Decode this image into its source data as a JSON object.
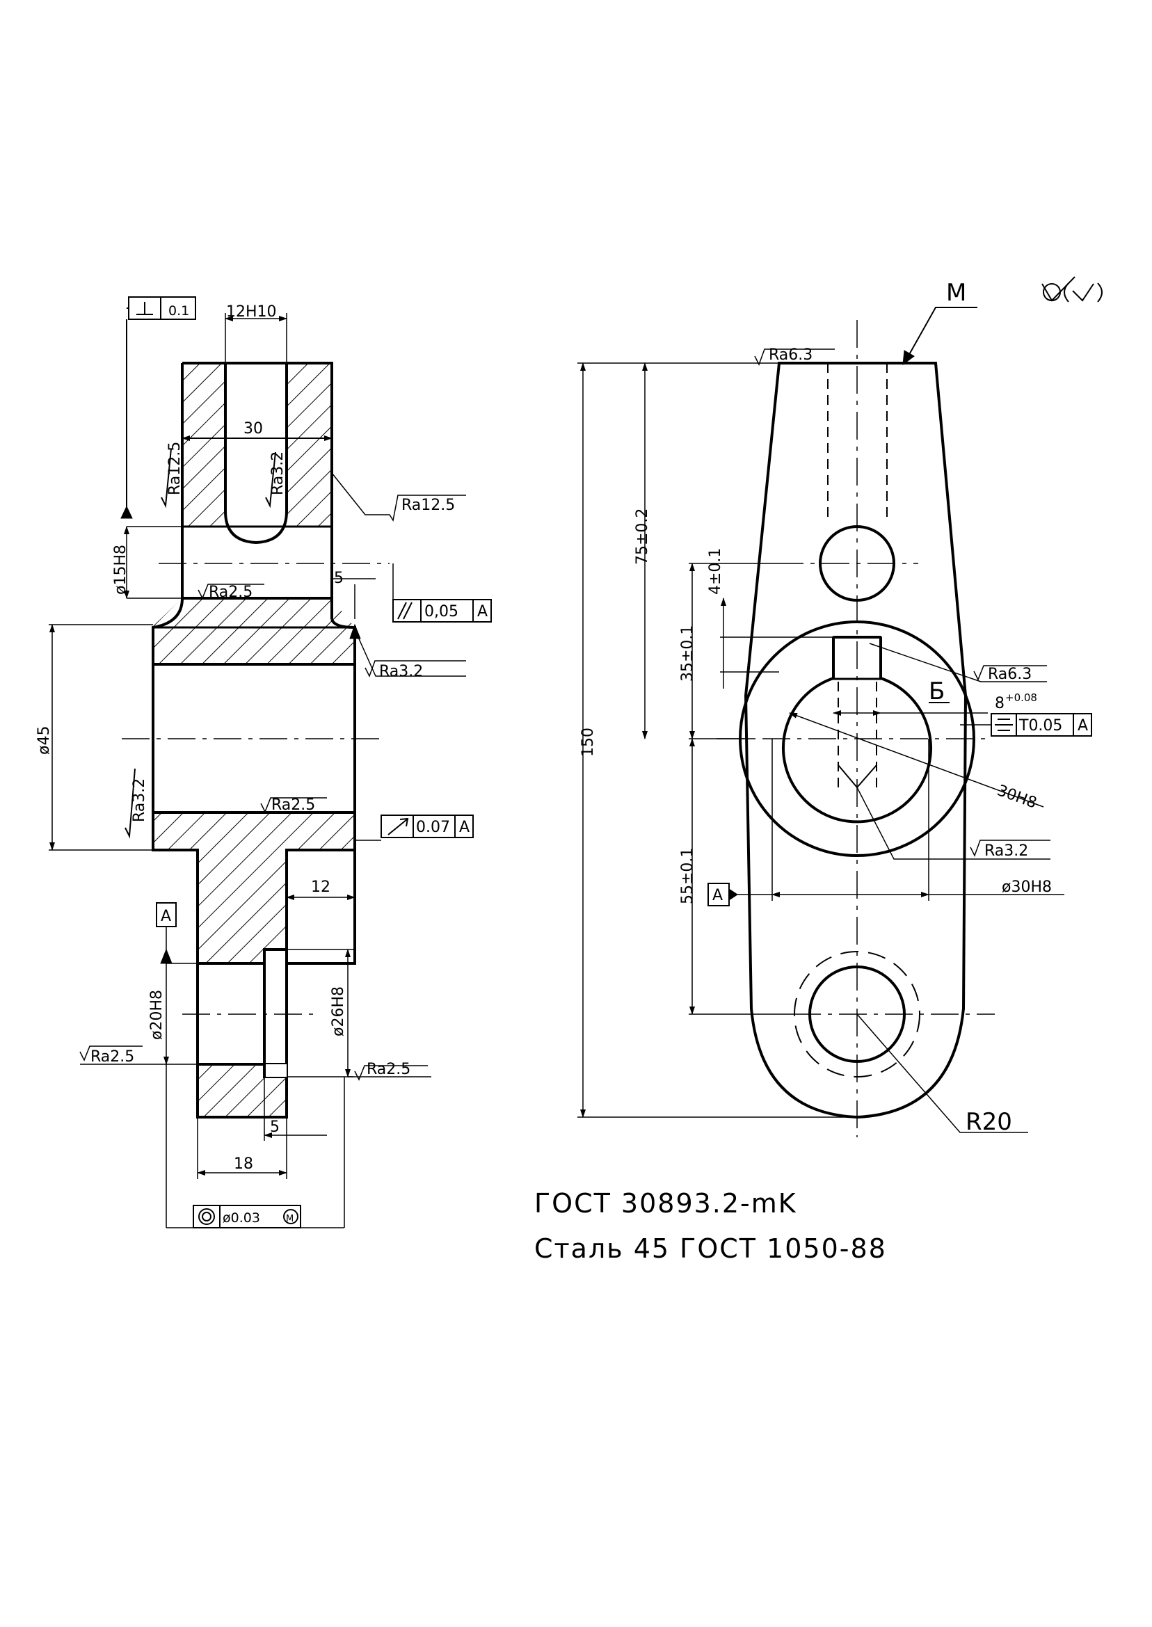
{
  "left_view": {
    "perp_tolerance": "0.1",
    "slot_width": "12H10",
    "width_30": "30",
    "rough_slot_side_left": "Ra12.5",
    "rough_slot_side_right": "Ra3.2",
    "rough_outer_right": "Ra12.5",
    "hole_dia_15": "ø15H8",
    "rough_shoulder_top": "Ra2.5",
    "dim_5_top": "5",
    "parallel_tolerance": "0,05",
    "datum_a_ref1": "A",
    "rough_flange_right": "Ra3.2",
    "dia_45": "ø45",
    "rough_bore_left": "Ra3.2",
    "rough_bore_bottom": "Ra2.5",
    "runout_tolerance": "0.07",
    "datum_a_ref2": "A",
    "dim_12": "12",
    "datum_a": "A",
    "dia_20": "ø20H8",
    "dia_26": "ø26H8",
    "rough_left_bottom": "Ra2.5",
    "rough_right_bottom": "Ra2.5",
    "dim_5_bottom": "5",
    "dim_18": "18",
    "coax_tolerance": "ø0.03"
  },
  "right_view": {
    "letter_m": "M",
    "rough_top": "Ra6.3",
    "dim_150": "150",
    "dim_75": "75±0.2",
    "dim_4": "4±0.1",
    "dim_35": "35±0.1",
    "dim_55": "55±0.1",
    "rough_keyway": "Ra6.3",
    "letter_b": "Б",
    "keyway_width": "8",
    "keyway_tol": "+0.08",
    "sym_tolerance": "T0.05",
    "datum_a_ref3": "A",
    "bore_30": "30H8",
    "rough_bore": "Ra3.2",
    "datum_a": "A",
    "dia_30": "ø30H8",
    "radius": "R20"
  },
  "notes": {
    "line1": "ГОСТ 30893.2-mK",
    "line2": "Сталь 45 ГОСТ 1050-88"
  }
}
